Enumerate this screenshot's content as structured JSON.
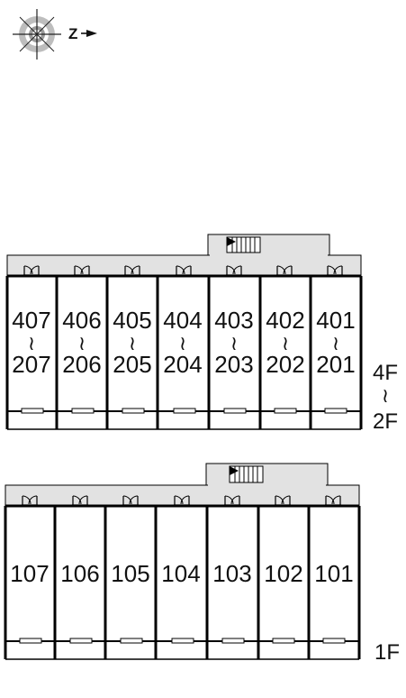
{
  "compass": {
    "north_label": "Z",
    "icon": "compass-rose-icon"
  },
  "upper_block": {
    "floor_label_top": "4F",
    "floor_label_sep": "≀",
    "floor_label_bottom": "2F",
    "units": [
      {
        "top": "407",
        "sep": "≀",
        "bottom": "207"
      },
      {
        "top": "406",
        "sep": "≀",
        "bottom": "206"
      },
      {
        "top": "405",
        "sep": "≀",
        "bottom": "205"
      },
      {
        "top": "404",
        "sep": "≀",
        "bottom": "204"
      },
      {
        "top": "403",
        "sep": "≀",
        "bottom": "203"
      },
      {
        "top": "402",
        "sep": "≀",
        "bottom": "202"
      },
      {
        "top": "401",
        "sep": "≀",
        "bottom": "201"
      }
    ]
  },
  "lower_block": {
    "floor_label": "1F",
    "units": [
      "107",
      "106",
      "105",
      "104",
      "103",
      "102",
      "101"
    ]
  },
  "colors": {
    "corridor": "#e2e2e2",
    "wall": "#000000",
    "background": "#ffffff"
  },
  "icons": [
    "compass-rose-icon",
    "stair-icon",
    "door-icon",
    "window-icon"
  ]
}
